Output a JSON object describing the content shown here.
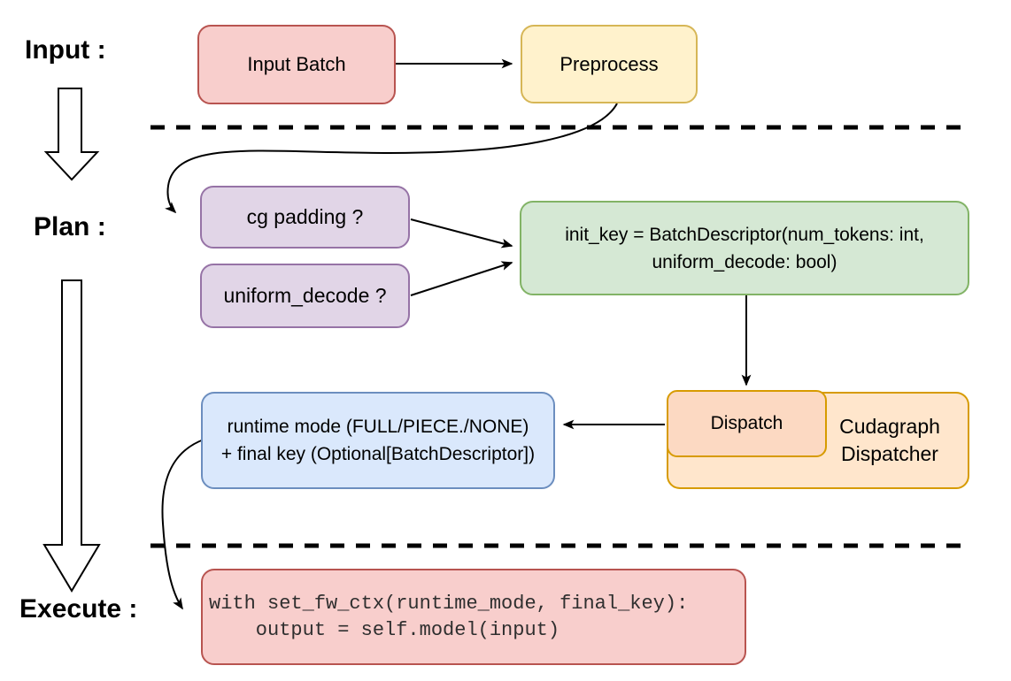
{
  "section_labels": {
    "input": "Input :",
    "plan": "Plan :",
    "execute": "Execute :"
  },
  "colors": {
    "pink_fill": "#f8cecc",
    "pink_stroke": "#b85450",
    "yellow_fill": "#fff2cc",
    "yellow_stroke": "#d6b656",
    "purple_fill": "#e1d5e7",
    "purple_stroke": "#9673a6",
    "green_fill": "#d5e8d4",
    "green_stroke": "#82b366",
    "orange_fill": "#ffe6cc",
    "orange_stroke": "#d79b00",
    "peach_fill": "#fcd9c2",
    "peach_stroke": "#d79b00",
    "blue_fill": "#dae8fc",
    "blue_stroke": "#6c8ebf",
    "connector_color": "#000000"
  },
  "nodes": {
    "input_batch": {
      "label": "Input Batch"
    },
    "preprocess": {
      "label": "Preprocess"
    },
    "cg_padding": {
      "label": "cg padding ?"
    },
    "uniform_decode": {
      "label": "uniform_decode ?"
    },
    "init_key": {
      "line1": "init_key = BatchDescriptor(num_tokens: int,",
      "line2": "uniform_decode: bool)"
    },
    "dispatch": {
      "label": "Dispatch"
    },
    "cudagraph_dispatcher": {
      "label": "Cudagraph Dispatcher"
    },
    "runtime_mode": {
      "line1": "runtime mode (FULL/PIECE./NONE)",
      "line2": "+ final key (Optional[BatchDescriptor])"
    },
    "execute_code": {
      "line1": "with set_fw_ctx(runtime_mode, final_key):",
      "line2": "    output = self.model(input)"
    }
  }
}
